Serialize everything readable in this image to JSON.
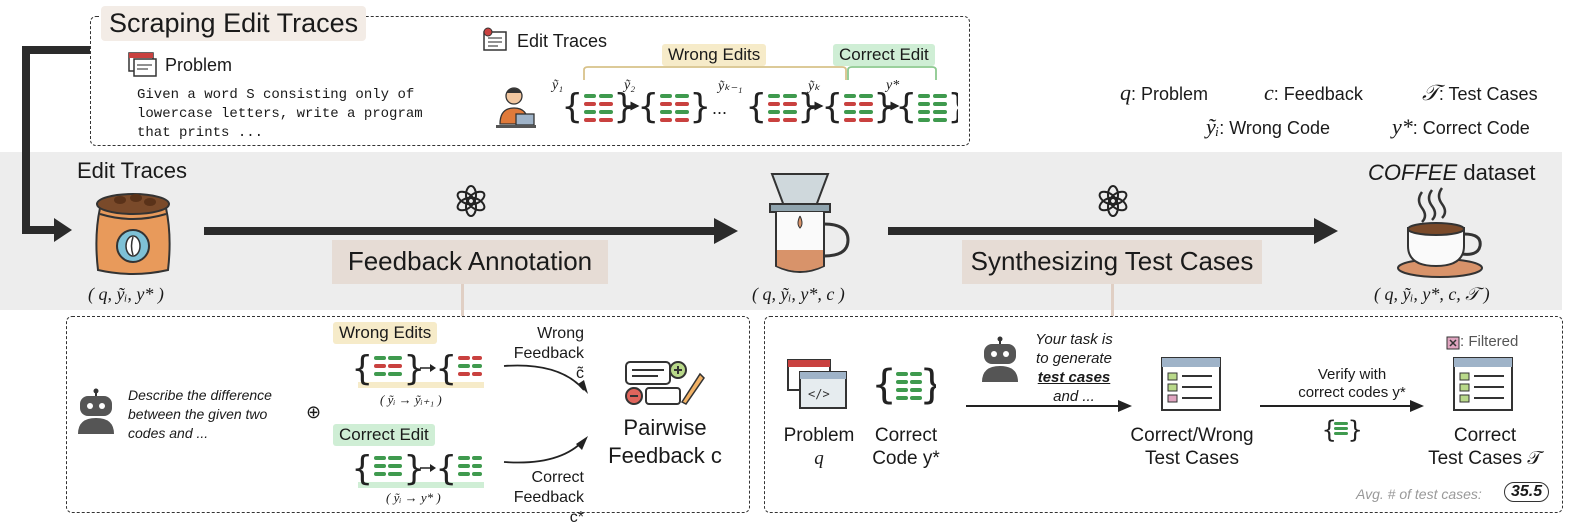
{
  "top": {
    "title": "Scraping Edit Traces",
    "problem_label": "Problem",
    "problem_text_lines": [
      "Given a word S consisting only of",
      "lowercase letters, write a program",
      "that prints ..."
    ],
    "edit_traces_label": "Edit Traces",
    "wrong_edits_label": "Wrong Edits",
    "correct_edit_label": "Correct Edit",
    "trace_symbols": [
      "ỹ₁",
      "ỹ₂",
      "ỹₖ₋₁",
      "ỹₖ",
      "y*"
    ],
    "ellipsis": "..."
  },
  "legend": {
    "items": [
      {
        "symbol": "q",
        "text": ": Problem"
      },
      {
        "symbol": "c",
        "text": ": Feedback"
      },
      {
        "symbol": "𝒯",
        "text": ": Test Cases"
      },
      {
        "symbol": "ỹᵢ",
        "text": ": Wrong Code"
      },
      {
        "symbol": "y*",
        "text": ": Correct Code"
      }
    ]
  },
  "middle": {
    "edit_traces_label": "Edit Traces",
    "stage1_tuple": "( q, ỹᵢ, y* )",
    "feedback_annotation_label": "Feedback Annotation",
    "stage2_tuple": "( q, ỹᵢ, y*, c )",
    "synth_label": "Synthesizing Test Cases",
    "dataset_label_caps": "COFFEE",
    "dataset_label_rest": " dataset",
    "stage3_tuple": "( q, ỹᵢ, y*, c, 𝒯 )"
  },
  "bottom_left": {
    "prompt_text_lines": [
      "Describe the difference",
      "between the given two",
      "codes and ..."
    ],
    "plus_symbol": "⊕",
    "wrong_edits_label": "Wrong Edits",
    "wrong_edits_formula": "( ỹᵢ → ỹᵢ₊₁ )",
    "correct_edit_label": "Correct Edit",
    "correct_edit_formula": "( ỹᵢ → y* )",
    "wrong_feedback_lines": [
      "Wrong",
      "Feedback c̃"
    ],
    "correct_feedback_lines": [
      "Correct",
      "Feedback c*"
    ],
    "pairwise_lines": [
      "Pairwise",
      "Feedback c"
    ]
  },
  "bottom_right": {
    "problem_lines": [
      "Problem",
      "q"
    ],
    "correct_code_lines": [
      "Correct",
      "Code y*"
    ],
    "task_lines": [
      "Your task is",
      "to generate",
      "test cases",
      "and ..."
    ],
    "cw_test_lines": [
      "Correct/Wrong",
      "Test Cases"
    ],
    "verify_lines": [
      "Verify with",
      "correct codes y*"
    ],
    "filtered_label": ": Filtered",
    "ct_lines": [
      "Correct",
      "Test Cases 𝒯"
    ],
    "avg_label": "Avg. # of test cases:",
    "avg_value": "35.5"
  },
  "colors": {
    "band": "#ededed",
    "wrong": "#c9413f",
    "correct": "#3f9a4e",
    "wrong_pill": "#f6ebc9",
    "correct_pill": "#cfeed5",
    "arrow": "#2b2b2b"
  }
}
